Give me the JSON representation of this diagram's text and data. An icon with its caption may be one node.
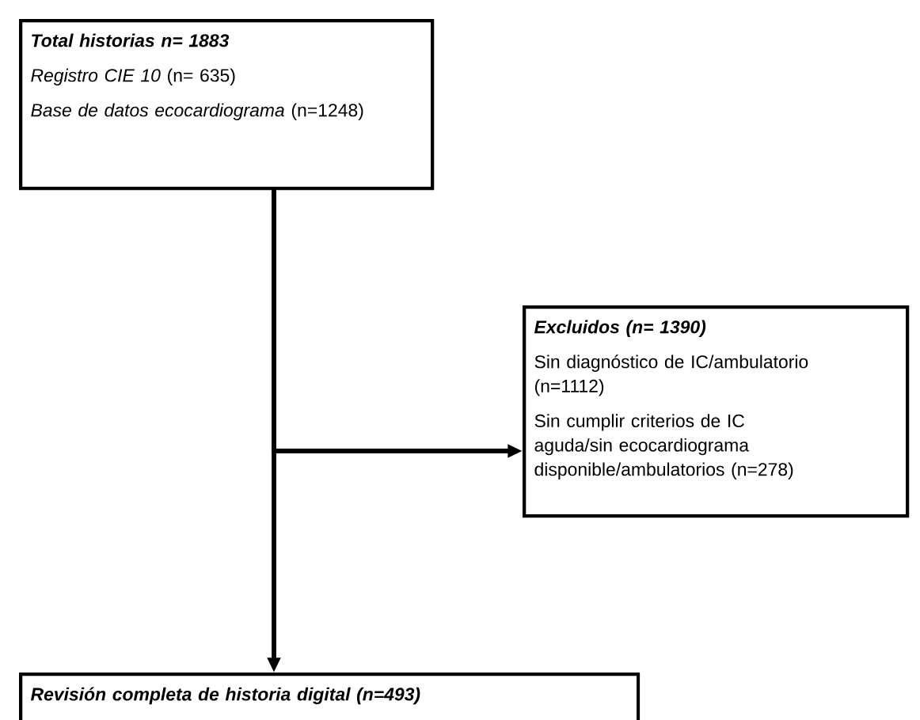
{
  "diagram": {
    "nodes": [
      {
        "text": [
          "Total historias n= 1883",
          "*Registro CIE 10* (n= 635)",
          "*Base de datos ecocardiograma* (n=1248)"
        ]
      },
      {
        "text": [
          "Excluidos (n= 1390)",
          "Sin diagnóstico de IC/ambulatorio (n=1112)",
          "Sin cumplir criterios de IC aguda/sin ecocardiograma disponible/ambulatorios (n=278)"
        ]
      },
      {
        "text": [
          "Revisión completa de historia digital (n=493)"
        ]
      }
    ],
    "edges": [
      {
        "from": 0,
        "to": 1,
        "arrow": "to"
      },
      {
        "from": 0,
        "to": 2,
        "arrow": "to"
      }
    ]
  }
}
